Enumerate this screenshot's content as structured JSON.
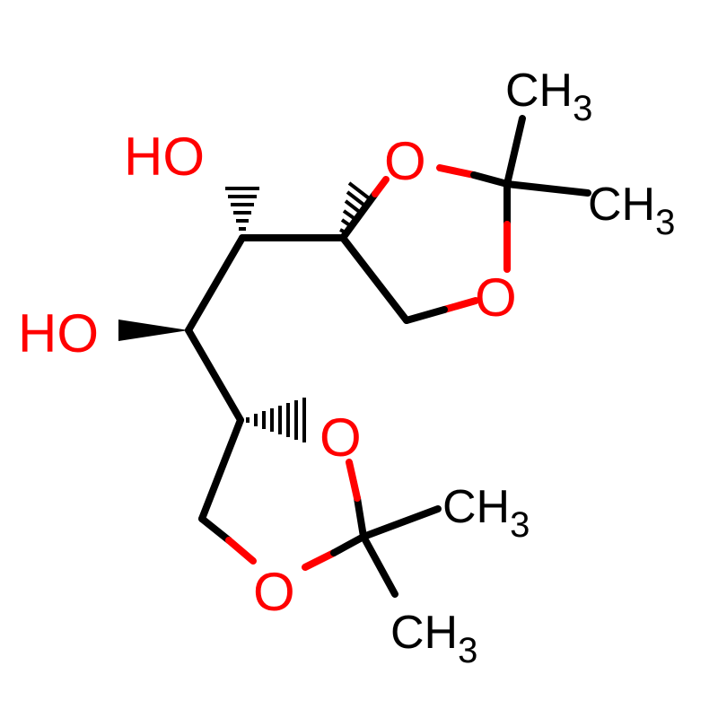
{
  "colors": {
    "bond": "#000000",
    "carbon_label": "#000000",
    "oxygen_label": "#ff0000",
    "background": "#ffffff"
  },
  "atoms": {
    "ho_top": {
      "main": "HO",
      "sub": ""
    },
    "ho_mid": {
      "main": "HO",
      "sub": ""
    },
    "o_ring1_a": {
      "main": "O",
      "sub": ""
    },
    "o_ring1_b": {
      "main": "O",
      "sub": ""
    },
    "o_ring2_a": {
      "main": "O",
      "sub": ""
    },
    "o_ring2_b": {
      "main": "O",
      "sub": ""
    },
    "ch3_1": {
      "main": "CH",
      "sub": "3"
    },
    "ch3_2": {
      "main": "CH",
      "sub": "3"
    },
    "ch3_3": {
      "main": "CH",
      "sub": "3"
    },
    "ch3_4": {
      "main": "CH",
      "sub": "3"
    }
  }
}
